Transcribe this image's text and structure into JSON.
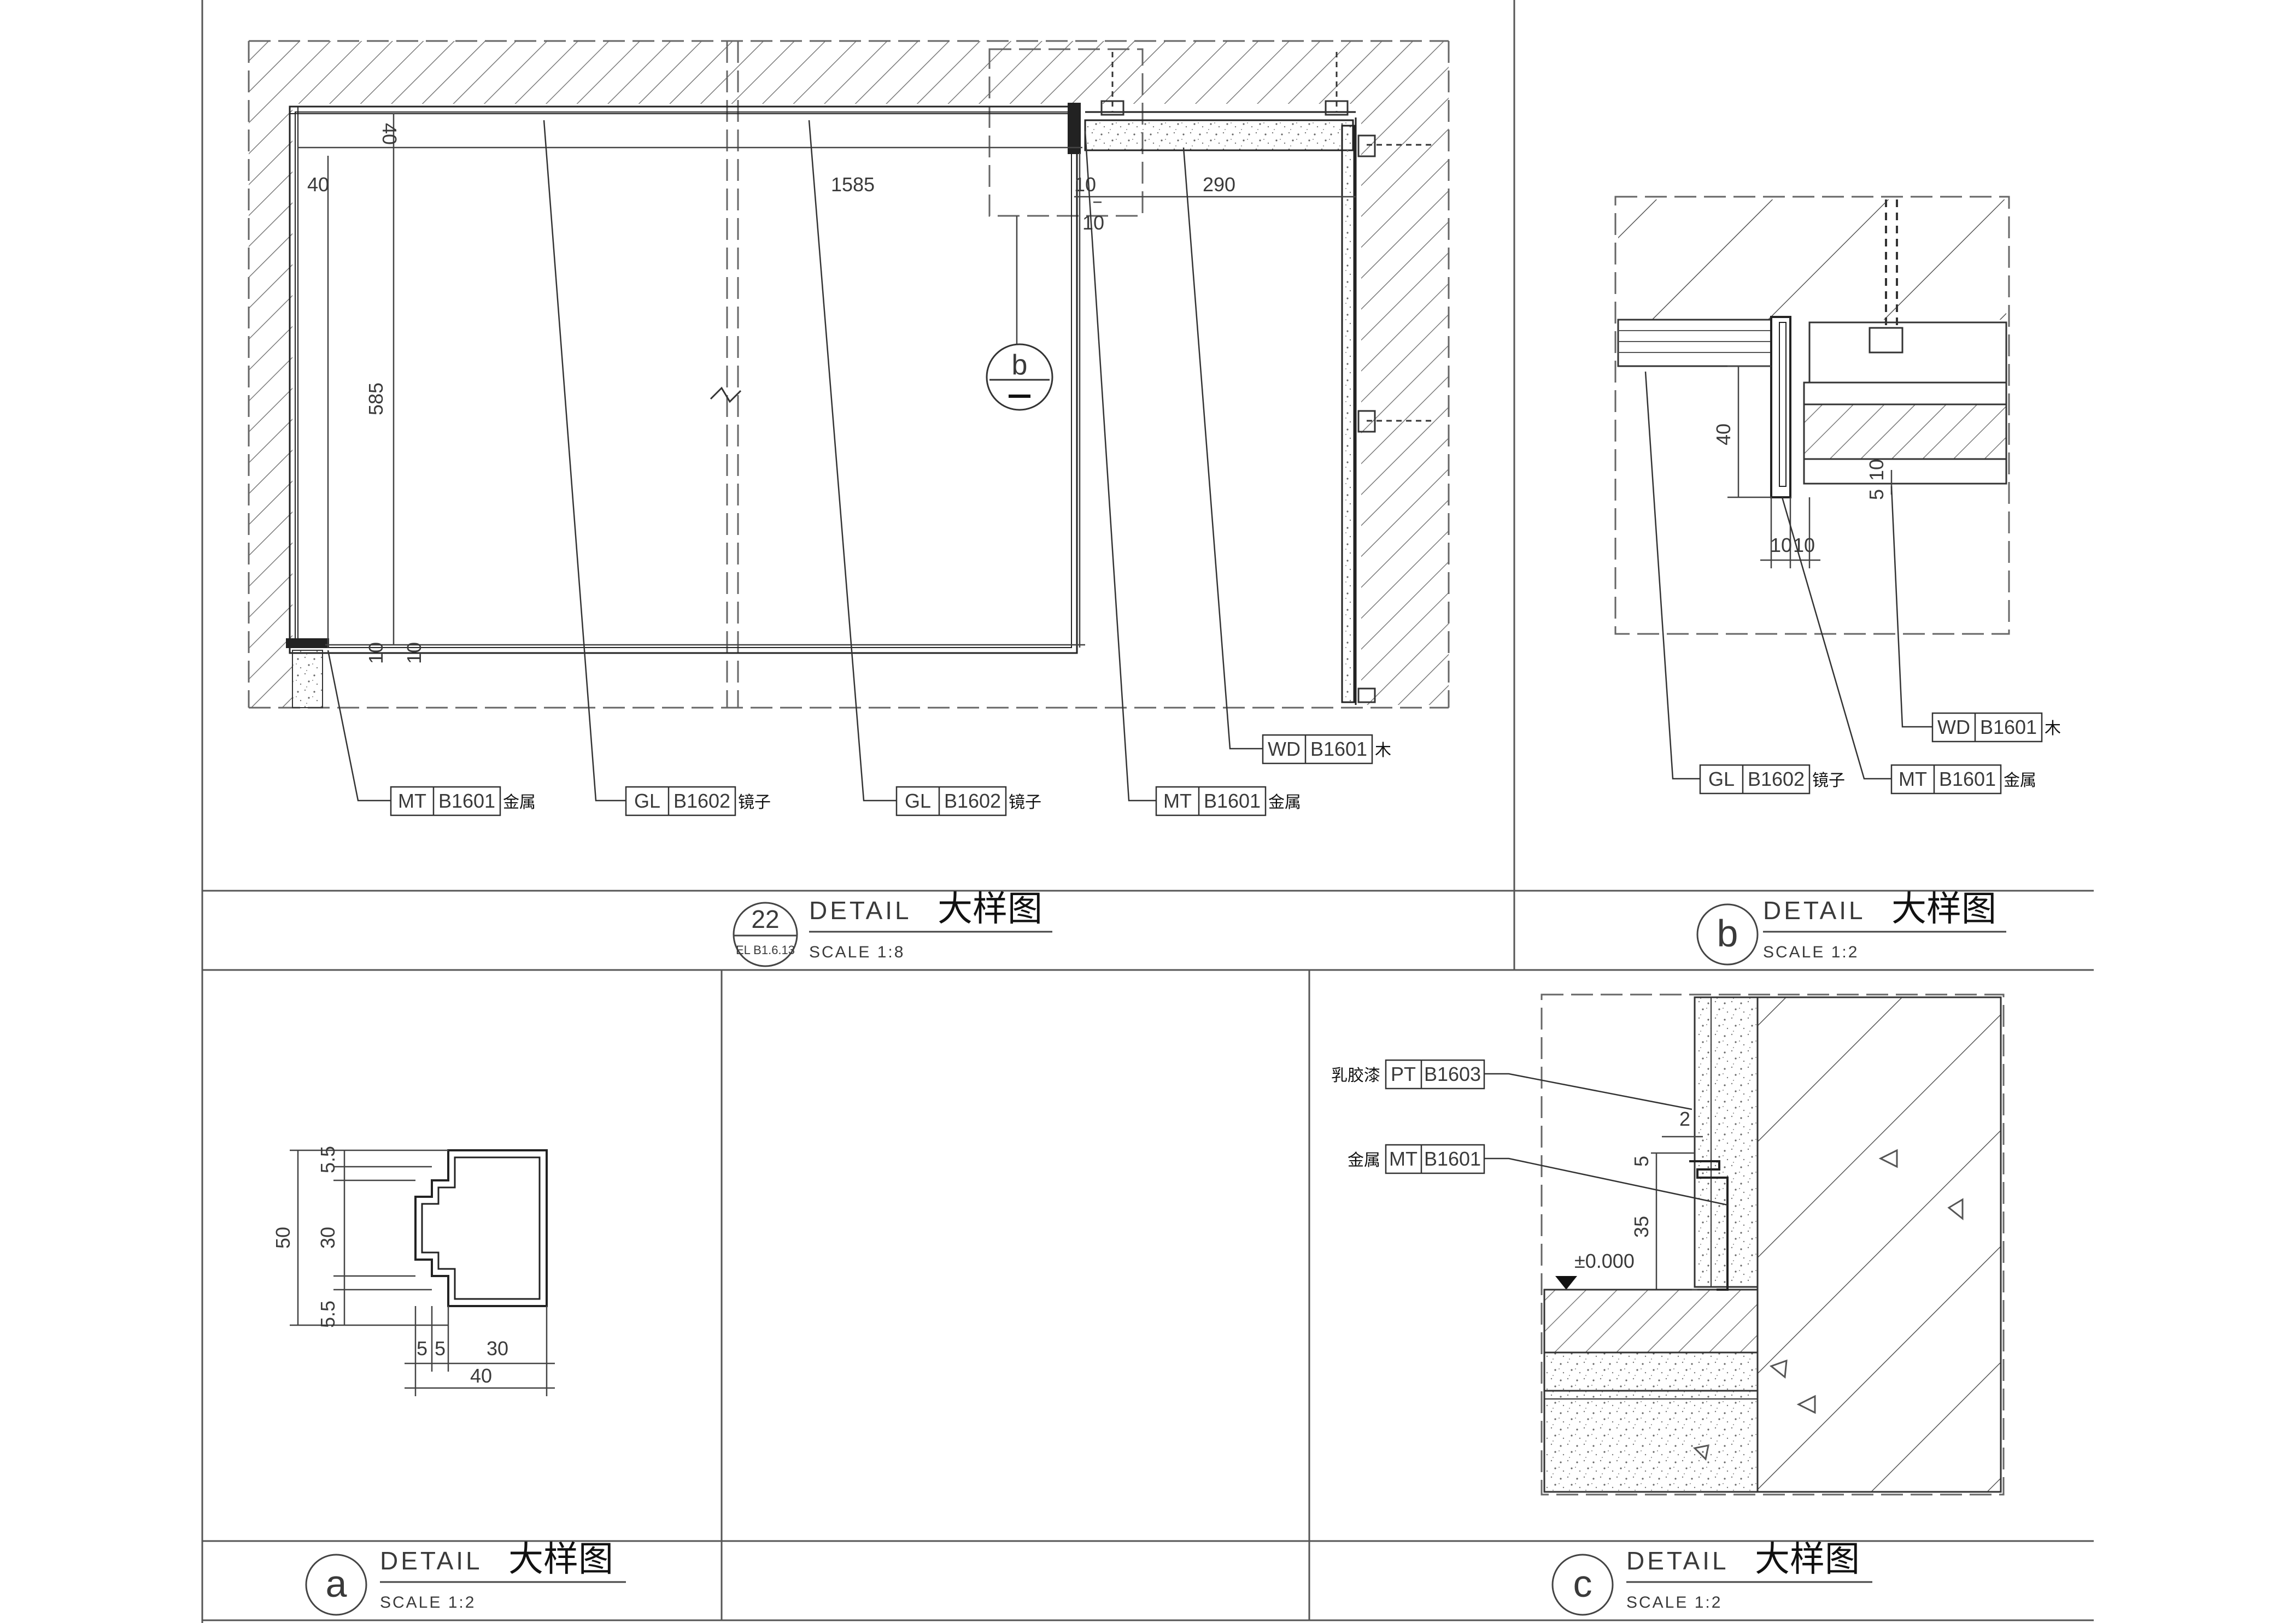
{
  "drawings": {
    "d22": {
      "ref_no": "22",
      "ref_sheet": "EL B1.6.13",
      "title_en": "DETAIL",
      "title_cn": "大样图",
      "scale": "SCALE   1:8",
      "callout": "b",
      "dims": {
        "d40a": "40",
        "d40b": "40",
        "d1585": "1585",
        "d10a": "10",
        "d10b": "10",
        "d290": "290",
        "d585": "585",
        "d10c": "10",
        "d10d": "10"
      },
      "tags": [
        {
          "code": "MT",
          "ref": "B1601",
          "name": "金属"
        },
        {
          "code": "GL",
          "ref": "B1602",
          "name": "镜子"
        },
        {
          "code": "GL",
          "ref": "B1602",
          "name": "镜子"
        },
        {
          "code": "MT",
          "ref": "B1601",
          "name": "金属"
        },
        {
          "code": "WD",
          "ref": "B1601",
          "name": "木"
        }
      ]
    },
    "db": {
      "label": "b",
      "title_en": "DETAIL",
      "title_cn": "大样图",
      "scale": "SCALE   1:2",
      "dims": {
        "d40": "40",
        "d10a": "10",
        "d10b": "10",
        "d10c": "10",
        "d5": "5"
      },
      "tags": [
        {
          "code": "WD",
          "ref": "B1601",
          "name": "木"
        },
        {
          "code": "GL",
          "ref": "B1602",
          "name": "镜子"
        },
        {
          "code": "MT",
          "ref": "B1601",
          "name": "金属"
        }
      ]
    },
    "da": {
      "label": "a",
      "title_en": "DETAIL",
      "title_cn": "大样图",
      "scale": "SCALE   1:2",
      "dims": {
        "d55a": "5.5",
        "d55b": "5.5",
        "d30v": "30",
        "d50": "50",
        "d5a": "5",
        "d5b": "5",
        "d30h": "30",
        "d40": "40"
      }
    },
    "dc": {
      "label": "c",
      "title_en": "DETAIL",
      "title_cn": "大样图",
      "scale": "SCALE   1:2",
      "level": "±0.000",
      "dims": {
        "d2": "2",
        "d5": "5",
        "d35": "35"
      },
      "tags": [
        {
          "code": "PT",
          "ref": "B1603",
          "name": "乳胶漆"
        },
        {
          "code": "MT",
          "ref": "B1601",
          "name": "金属"
        }
      ]
    }
  }
}
